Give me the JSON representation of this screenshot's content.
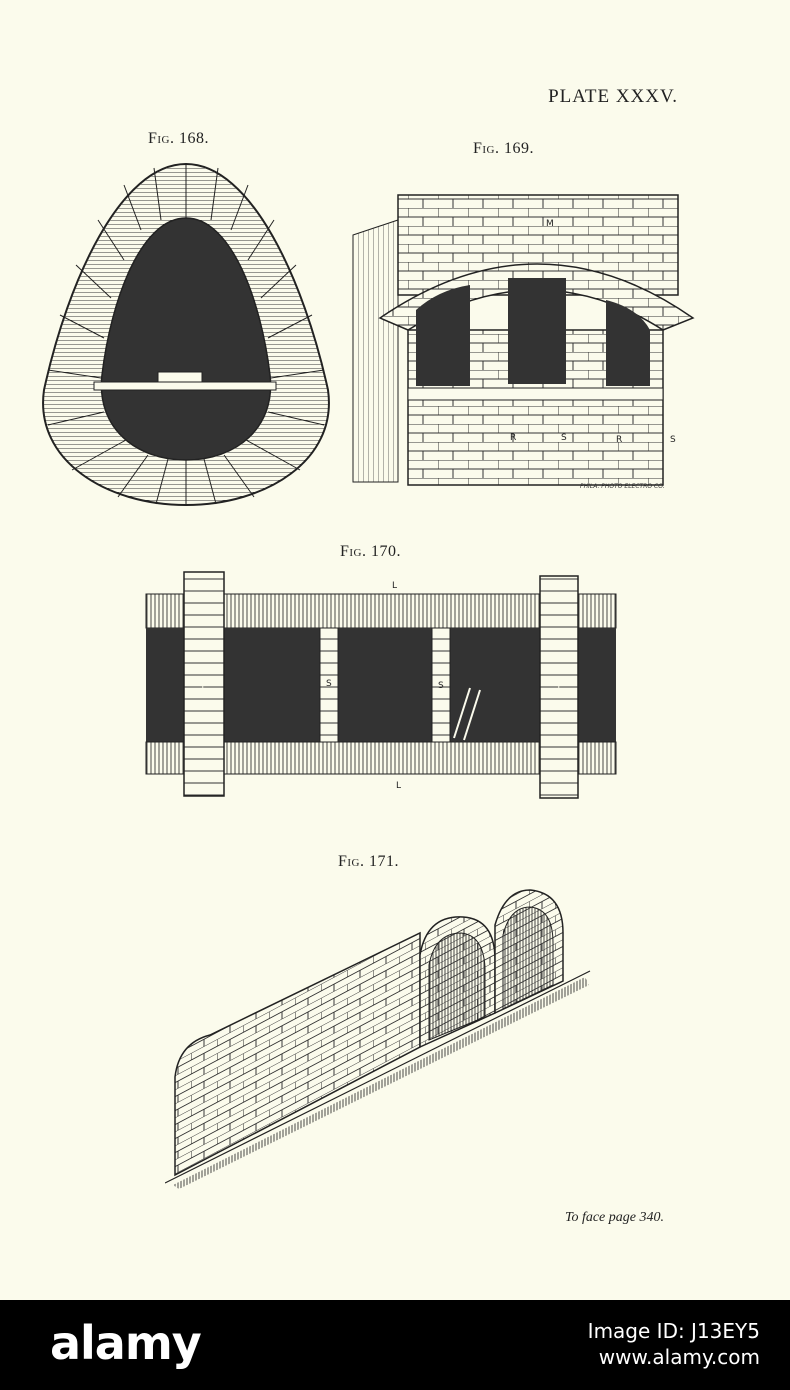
{
  "plate": {
    "title": "PLATE XXXV."
  },
  "figures": [
    {
      "label": "Fig. 168."
    },
    {
      "label": "Fig. 169."
    },
    {
      "label": "Fig. 170."
    },
    {
      "label": "Fig. 171."
    }
  ],
  "fig169_letters": {
    "m": "M",
    "r1": "R",
    "s1": "S",
    "r2": "R",
    "s2": "S"
  },
  "engraver_credit": "PHILA. PHOTO ELECTRO CO.",
  "fig170_letters": {
    "l_top": "L",
    "l_bottom": "L",
    "t_left": "T",
    "t_right": "T",
    "s_left": "S",
    "s_right": "S"
  },
  "footer": {
    "note": "To face page 340."
  },
  "watermark": {
    "logo": "alamy",
    "image_id": "Image ID: J13EY5",
    "site": "www.alamy.com"
  },
  "colors": {
    "paper": "#fbfbec",
    "ink": "#222222",
    "fill_dark": "#333333",
    "watermark_bar": "#000000"
  }
}
